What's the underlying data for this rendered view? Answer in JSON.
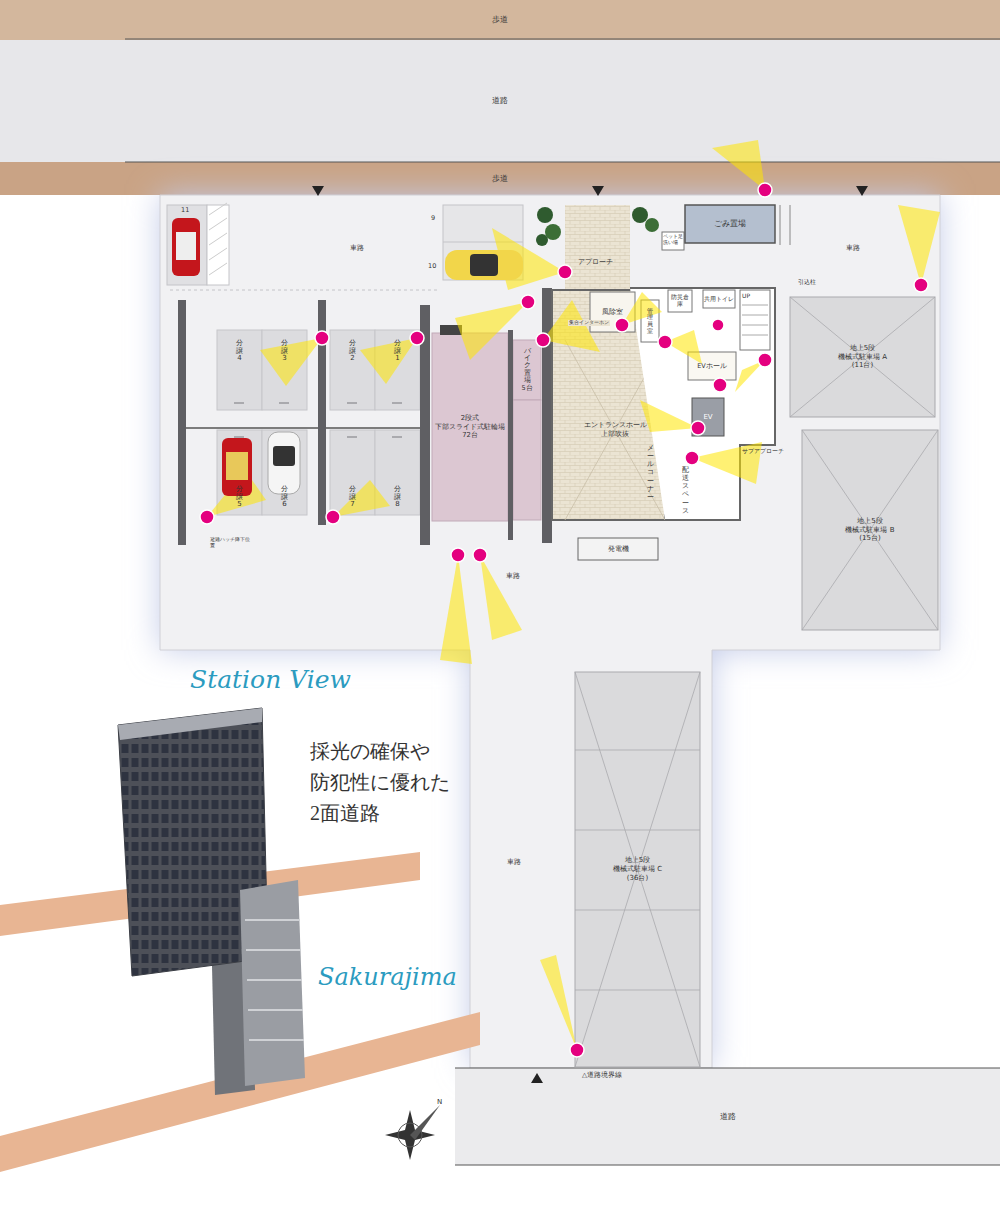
{
  "diagram": {
    "nodes": [
      {
        "text": [
          "歩道"
        ]
      },
      {
        "text": [
          "道路"
        ]
      },
      {
        "text": [
          "歩道"
        ]
      },
      {
        "text": [
          "ごみ置場"
        ]
      },
      {
        "text": [
          "地上5段 機械式駐車場 A (11台)"
        ]
      },
      {
        "text": [
          "分譲4"
        ]
      },
      {
        "text": [
          "分譲3"
        ]
      },
      {
        "text": [
          "分譲2"
        ]
      },
      {
        "text": [
          "分譲1"
        ]
      },
      {
        "text": [
          "バイク置場",
          "5台"
        ]
      },
      {
        "text": [
          "2段式 下部スライド式駐輪場 72台"
        ]
      },
      {
        "text": [
          "エントランスホール 上部吹抜"
        ]
      },
      {
        "text": [
          "風除室"
        ]
      },
      {
        "text": [
          "管理員室"
        ]
      },
      {
        "text": [
          "防災倉庫"
        ]
      },
      {
        "text": [
          "共用トイレ"
        ]
      },
      {
        "text": [
          "EVホール"
        ]
      },
      {
        "text": [
          "EV"
        ]
      },
      {
        "text": [
          "分譲5"
        ]
      },
      {
        "text": [
          "分譲6"
        ]
      },
      {
        "text": [
          "分譲7"
        ]
      },
      {
        "text": [
          "分譲8"
        ]
      },
      {
        "text": [
          "地上5段 機械式駐車場 B (15台)"
        ]
      },
      {
        "text": [
          "発電機"
        ]
      },
      {
        "text": [
          "地上5段 機械式駐車場 C (36台)"
        ]
      },
      {
        "text": [
          "道路"
        ]
      }
    ],
    "labels": [
      "9",
      "10",
      "11",
      "車路",
      "車路",
      "車路",
      "車路",
      "アプローチ",
      "ペット足洗い場",
      "引込柱",
      "集合インターホン",
      "UP",
      "メールコーナー",
      "配送スペース",
      "サブアプローチ",
      "避難ハッチ降下位置",
      "△道路境界線",
      "Station View",
      "Sakurajima",
      "採光の確保や 防犯性に優れた 2面道路",
      "N"
    ]
  }
}
